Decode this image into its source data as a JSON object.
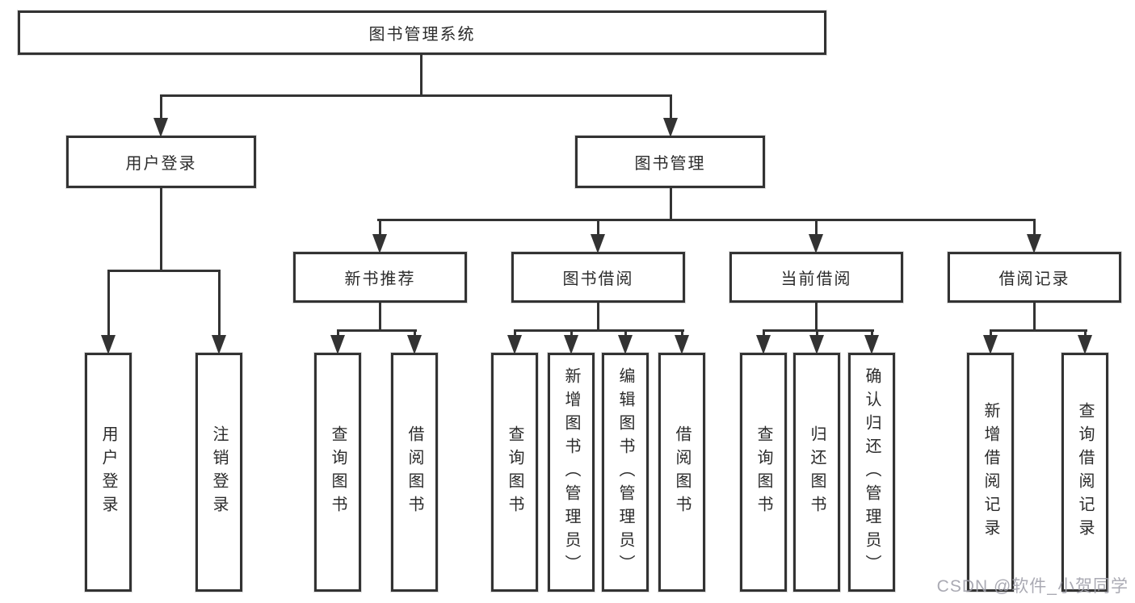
{
  "d": {
    "root": "图书管理系统",
    "l2": [
      {
        "label": "用户登录",
        "leaves": [
          "用户登录",
          "注销登录"
        ]
      },
      {
        "label": "图书管理"
      }
    ],
    "l3": [
      {
        "label": "新书推荐",
        "leaves": [
          "查询图书",
          "借阅图书"
        ]
      },
      {
        "label": "图书借阅",
        "leaves": [
          "查询图书",
          "新增图书（管理员）",
          "编辑图书（管理员）",
          "借阅图书"
        ]
      },
      {
        "label": "当前借阅",
        "leaves": [
          "查询图书",
          "归还图书",
          "确认归还（管理员）"
        ]
      },
      {
        "label": "借阅记录",
        "leaves": [
          "新增借阅记录",
          "查询借阅记录"
        ]
      }
    ],
    "watermark": "CSDN @软件_小贺同学"
  }
}
